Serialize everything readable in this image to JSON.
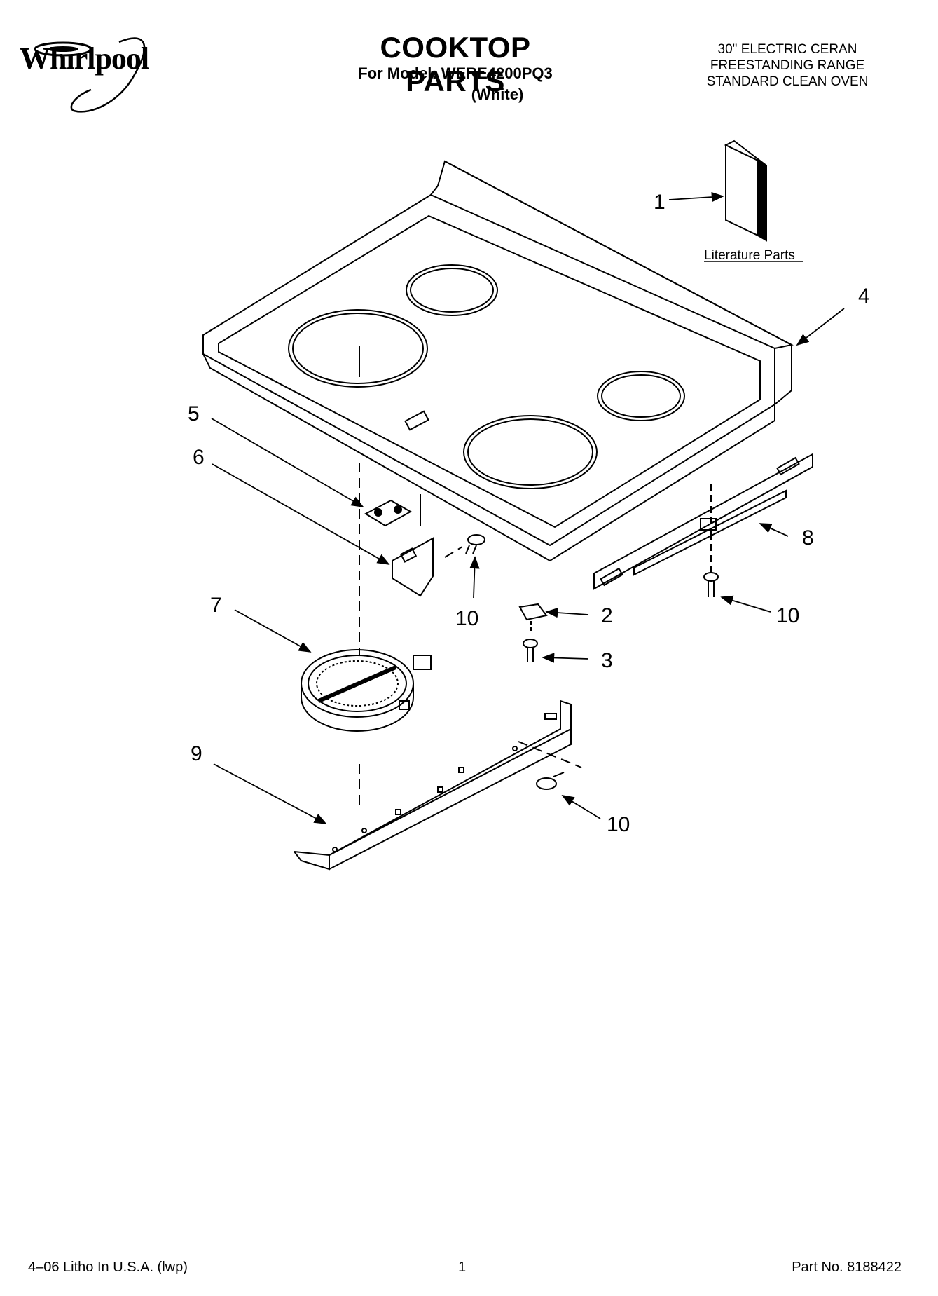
{
  "header": {
    "brand": "Whirlpool",
    "title": "COOKTOP PARTS",
    "model_line": "For Model: WERE4200PQ3",
    "color": "(White)",
    "description": [
      "30\" ELECTRIC CERAN",
      "FREESTANDING RANGE",
      "STANDARD CLEAN OVEN"
    ]
  },
  "diagram": {
    "literature_label": "Literature Parts",
    "callouts": {
      "c1": "1",
      "c2": "2",
      "c3": "3",
      "c4": "4",
      "c5": "5",
      "c6": "6",
      "c7": "7",
      "c8": "8",
      "c9": "9",
      "c10a": "10",
      "c10b": "10",
      "c10c": "10"
    }
  },
  "footer": {
    "litho": "4–06 Litho In U.S.A. (lwp)",
    "page": "1",
    "part_no": "Part No. 8188422"
  }
}
